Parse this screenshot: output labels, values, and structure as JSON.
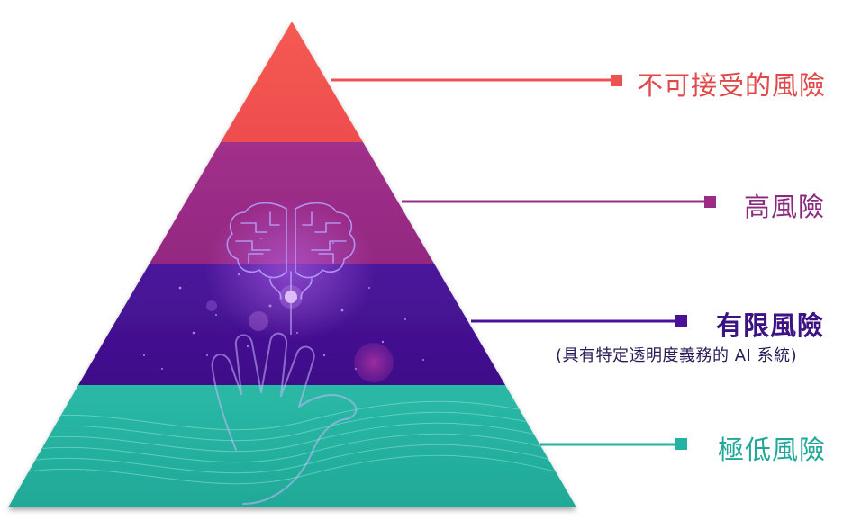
{
  "tiers": [
    {
      "label": "不可接受的風險",
      "color": "#f0544f"
    },
    {
      "label": "高風險",
      "color": "#9b2c86"
    },
    {
      "label": "有限風險",
      "sublabel": "(具有特定透明度義務的 AI 系統)",
      "color": "#4a1196"
    },
    {
      "label": "極低風險",
      "color": "#22b3a2"
    }
  ],
  "label_colors": {
    "tier1": "#e0484a",
    "tier2": "#8b2a7d",
    "tier3": "#3d1384",
    "tier3_sub": "#2a1a55",
    "tier4": "#1fa898"
  },
  "illustration": {
    "elements": [
      "brain-circuit-icon",
      "hand-illustration"
    ]
  }
}
